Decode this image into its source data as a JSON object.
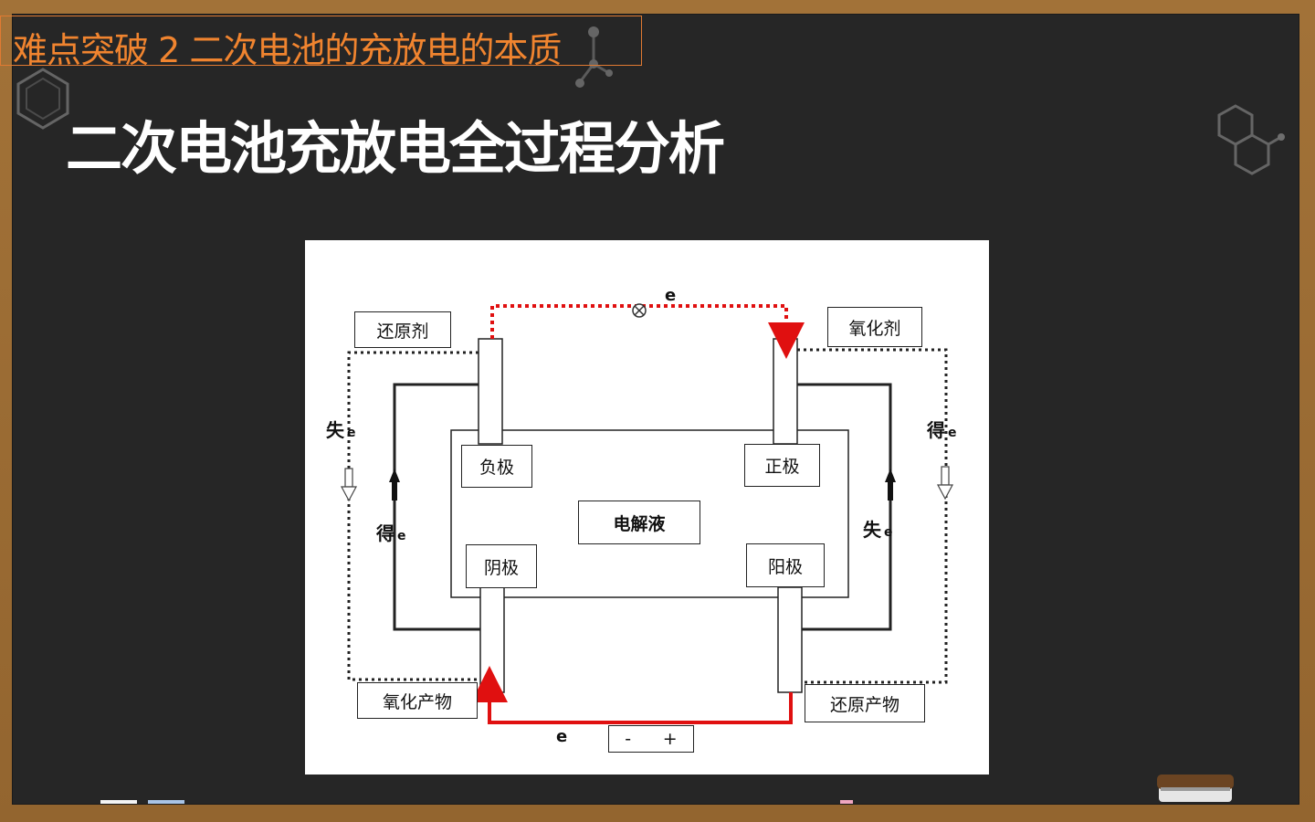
{
  "slide": {
    "header": "难点突破 2 二次电池的充放电的本质",
    "title": "二次电池充放电全过程分析"
  },
  "diagram": {
    "reducer": "还原剂",
    "oxidizer": "氧化剂",
    "negative_electrode": "负极",
    "positive_electrode": "正极",
    "electrolyte": "电解液",
    "cathode": "阴极",
    "anode": "阳极",
    "oxidation_product": "氧化产物",
    "reduction_product": "还原产物",
    "lose_e_left": "失",
    "gain_e_left": "得",
    "gain_e_right": "得",
    "lose_e_right": "失",
    "e_symbol": "e",
    "power_minus": "-",
    "power_plus": "+"
  },
  "colors": {
    "board": "#262626",
    "frame": "#9a6b34",
    "header_accent": "#f0842f",
    "title": "#ffffff",
    "circuit_red": "#e01010"
  }
}
